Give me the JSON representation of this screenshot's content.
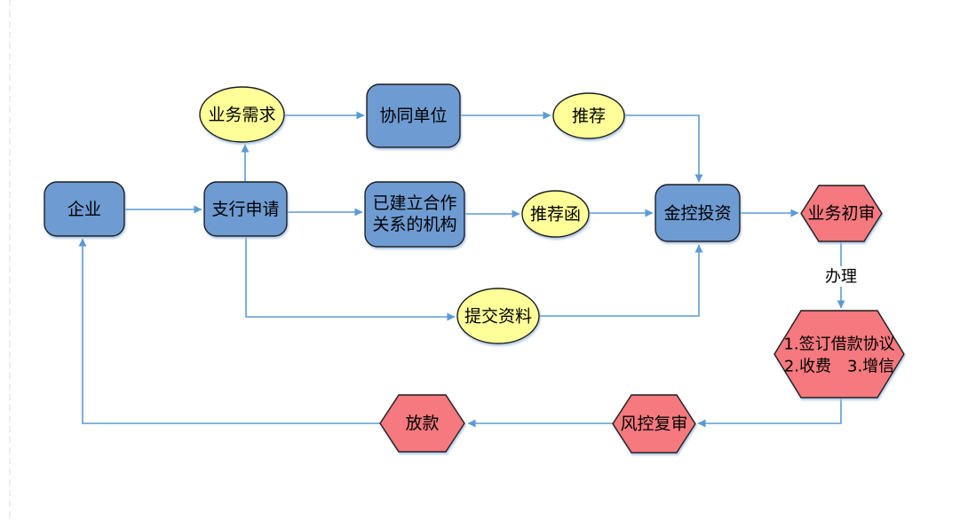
{
  "diagram": {
    "colors": {
      "process_fill": "#6E9BD2",
      "event_fill": "#FFFF99",
      "result_fill": "#F5797E",
      "connector": "#5B9BD5",
      "shape_border": "#1a1a1a",
      "text": "#000000",
      "page_guide": "#d9d9d9"
    },
    "nodes": {
      "enterprise": {
        "label": "企业"
      },
      "branch_application": {
        "label": "支行申请"
      },
      "business_demand": {
        "label": "业务需求"
      },
      "collaborating_unit": {
        "label": "协同单位"
      },
      "partner_institution": {
        "line1": "已建立合作",
        "line2": "关系的机构"
      },
      "recommendation": {
        "label": "推荐"
      },
      "recommendation_letter": {
        "label": "推荐函"
      },
      "submit_materials": {
        "label": "提交资料"
      },
      "jinkong_investment": {
        "label": "金控投资"
      },
      "business_initial_review": {
        "label": "业务初审"
      },
      "loan_agreement_steps": {
        "line1": "1.签订借款协议",
        "line2": "2.收费　3.增信"
      },
      "risk_control_review": {
        "label": "风控复审"
      },
      "loan_disbursement": {
        "label": "放款"
      }
    },
    "edge_labels": {
      "process": "办理"
    }
  }
}
